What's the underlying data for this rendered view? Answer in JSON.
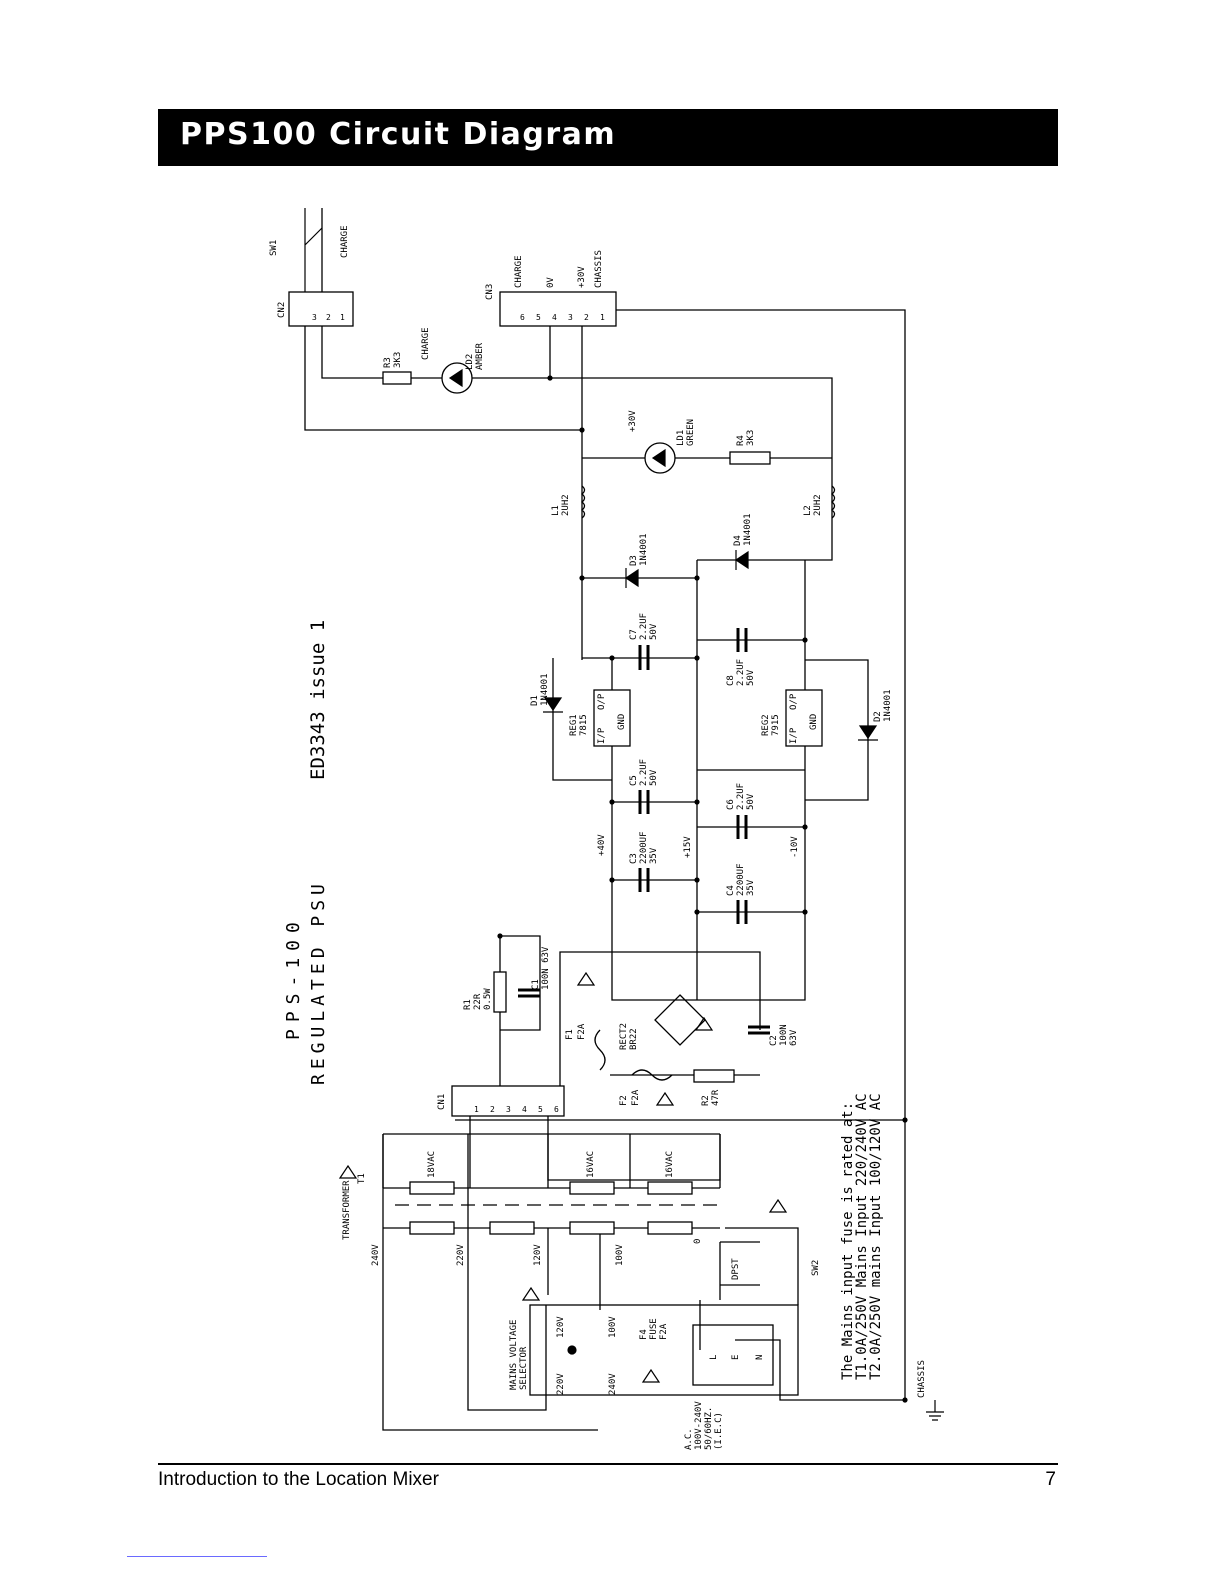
{
  "header": {
    "title": "PPS100 Circuit Diagram"
  },
  "footer": {
    "left": "Introduction to the Location Mixer",
    "page_number": "7"
  },
  "diagram": {
    "issue": "ED3343 issue 1",
    "product_line1": "PPS-100",
    "product_line2": "REGULATED PSU",
    "note_line1": "The Mains input fuse is rated at:",
    "note_line2": "T1.0A/250V Mains Input 220/240V AC",
    "note_line3": "T2.0A/250V mains Input 100/120V AC",
    "switch_sw1": "SW1",
    "charge_tag": "CHARGE",
    "cn2": {
      "ref": "CN2",
      "pins": [
        "3",
        "2",
        "1"
      ]
    },
    "cn3": {
      "ref": "CN3",
      "pins": [
        "6",
        "5",
        "4",
        "3",
        "2",
        "1"
      ],
      "signals": [
        "CHARGE",
        "0V",
        "+30V",
        "CHASSIS"
      ]
    },
    "r3": {
      "ref": "R3",
      "value": "3K3"
    },
    "ld2": {
      "ref": "LD2",
      "value": "AMBER",
      "tag": "CHARGE"
    },
    "ld1": {
      "ref": "LD1",
      "value": "GREEN",
      "tag": "+30V"
    },
    "r4": {
      "ref": "R4",
      "value": "3K3"
    },
    "l1": {
      "ref": "L1",
      "value": "2UH2"
    },
    "l2": {
      "ref": "L2",
      "value": "2UH2"
    },
    "d3": {
      "ref": "D3",
      "value": "1N4001"
    },
    "d4": {
      "ref": "D4",
      "value": "1N4001"
    },
    "c7": {
      "ref": "C7",
      "value": "2.2UF",
      "rating": "50V"
    },
    "c8": {
      "ref": "C8",
      "value": "2.2UF",
      "rating": "50V"
    },
    "d1": {
      "ref": "D1",
      "value": "1N4001"
    },
    "d2": {
      "ref": "D2",
      "value": "1N4001"
    },
    "reg1": {
      "ref": "REG1",
      "value": "7815",
      "ip": "I/P",
      "op": "O/P",
      "gnd": "GND"
    },
    "reg2": {
      "ref": "REG2",
      "value": "7915",
      "ip": "I/P",
      "op": "O/P",
      "gnd": "GND"
    },
    "c5": {
      "ref": "C5",
      "value": "2.2UF",
      "rating": "50V"
    },
    "c6": {
      "ref": "C6",
      "value": "2.2UF",
      "rating": "50V"
    },
    "c3": {
      "ref": "C3",
      "value": "2200UF",
      "rating": "35V"
    },
    "c4": {
      "ref": "C4",
      "value": "2200UF",
      "rating": "35V"
    },
    "rail_pos40": "+40V",
    "rail_pos15": "+15V",
    "rail_neg10": "-10V",
    "r1": {
      "ref": "R1",
      "value": "22R",
      "rating": "0.5W"
    },
    "c1": {
      "ref": "C1",
      "value": "100N 63V"
    },
    "f1": {
      "ref": "F1",
      "value": "F2A"
    },
    "f2": {
      "ref": "F2",
      "value": "F2A"
    },
    "rect2": {
      "ref": "RECT2",
      "value": "BR22"
    },
    "c2": {
      "ref": "C2",
      "value": "100N",
      "rating": "63V"
    },
    "r2": {
      "ref": "R2",
      "value": "47R"
    },
    "cn1": {
      "ref": "CN1",
      "pins": [
        "1",
        "2",
        "3",
        "4",
        "5",
        "6"
      ]
    },
    "transformer": {
      "ref": "T1",
      "label": "TRANSFORMER",
      "sec1": "18VAC",
      "sec2": "16VAC",
      "sec3": "16VAC",
      "taps": [
        "240V",
        "220V",
        "120V",
        "100V",
        "0"
      ]
    },
    "selector": {
      "label1": "MAINS VOLTAGE",
      "label2": "SELECTOR",
      "pos": [
        "120V",
        "100V",
        "220V",
        "240V"
      ]
    },
    "f4": {
      "ref": "F4",
      "label": "FUSE",
      "value": "F2A"
    },
    "sw2": {
      "ref": "SW2",
      "type": "DPST"
    },
    "iec": {
      "l": "L",
      "e": "E",
      "n": "N",
      "line1": "A.C.",
      "line2": "100V-240V",
      "line3": "50/60HZ.",
      "line4": "(I.E.C)"
    },
    "chassis": "CHASSIS",
    "caution": "!"
  }
}
